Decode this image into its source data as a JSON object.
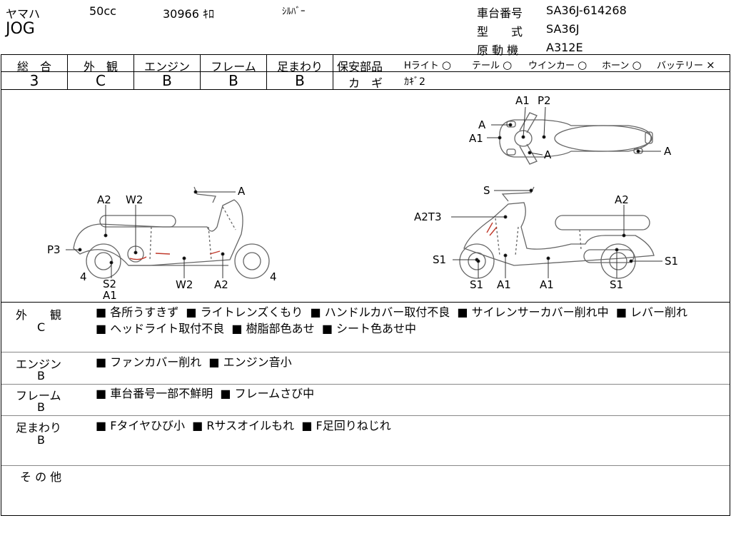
{
  "header": {
    "maker": "ヤマハ",
    "displacement": "50cc",
    "mileage": "30966 ｷﾛ",
    "color": "ｼﾙﾊﾞｰ",
    "model_name": "JOG",
    "frame_no_label": "車台番号",
    "frame_no": "SA36J-614268",
    "type_label": "型　　式",
    "type": "SA36J",
    "engine_label": "原 動 機",
    "engine": "A312E"
  },
  "grades": {
    "overall": {
      "label": "総　合",
      "value": "3"
    },
    "exterior": {
      "label": "外　観",
      "value": "C"
    },
    "engine": {
      "label": "エンジン",
      "value": "B"
    },
    "frame": {
      "label": "フレーム",
      "value": "B"
    },
    "suspension": {
      "label": "足まわり",
      "value": "B"
    }
  },
  "safety": {
    "label": "保安部品",
    "items": [
      {
        "name": "Hライト",
        "mark": "○"
      },
      {
        "name": "テール",
        "mark": "○"
      },
      {
        "name": "ウインカー",
        "mark": "○"
      },
      {
        "name": "ホーン",
        "mark": "○"
      },
      {
        "name": "バッテリー",
        "mark": "×"
      }
    ],
    "key_label": "カ　ギ",
    "key_value": "ｶｷﾞ2"
  },
  "diagram_labels": {
    "top": [
      "A1",
      "P2",
      "A",
      "A1",
      "A",
      "A"
    ],
    "left": [
      "A",
      "A2",
      "W2",
      "P3",
      "4",
      "S2",
      "A1",
      "W2",
      "A2",
      "4"
    ],
    "right": [
      "S",
      "A2",
      "A2T3",
      "S1",
      "S1",
      "S1",
      "A1",
      "A1",
      "S1"
    ]
  },
  "sections": [
    {
      "label": "外　　観",
      "grade": "C",
      "notes": [
        "各所うすきず",
        "ライトレンズくもり",
        "ハンドルカバー取付不良",
        "サイレンサーカバー削れ中",
        "レバー削れ",
        "ヘッドライト取付不良",
        "樹脂部色あせ",
        "シート色あせ中"
      ]
    },
    {
      "label": "エンジン",
      "grade": "B",
      "notes": [
        "ファンカバー削れ",
        "エンジン音小"
      ]
    },
    {
      "label": "フレーム",
      "grade": "B",
      "notes": [
        "車台番号一部不鮮明",
        "フレームさび中"
      ]
    },
    {
      "label": "足まわり",
      "grade": "B",
      "notes": [
        "Fタイヤひび小",
        "Rサスオイルもれ",
        "F足回りねじれ"
      ]
    },
    {
      "label": "そ の 他",
      "grade": "",
      "notes": []
    }
  ],
  "bullet": "■"
}
